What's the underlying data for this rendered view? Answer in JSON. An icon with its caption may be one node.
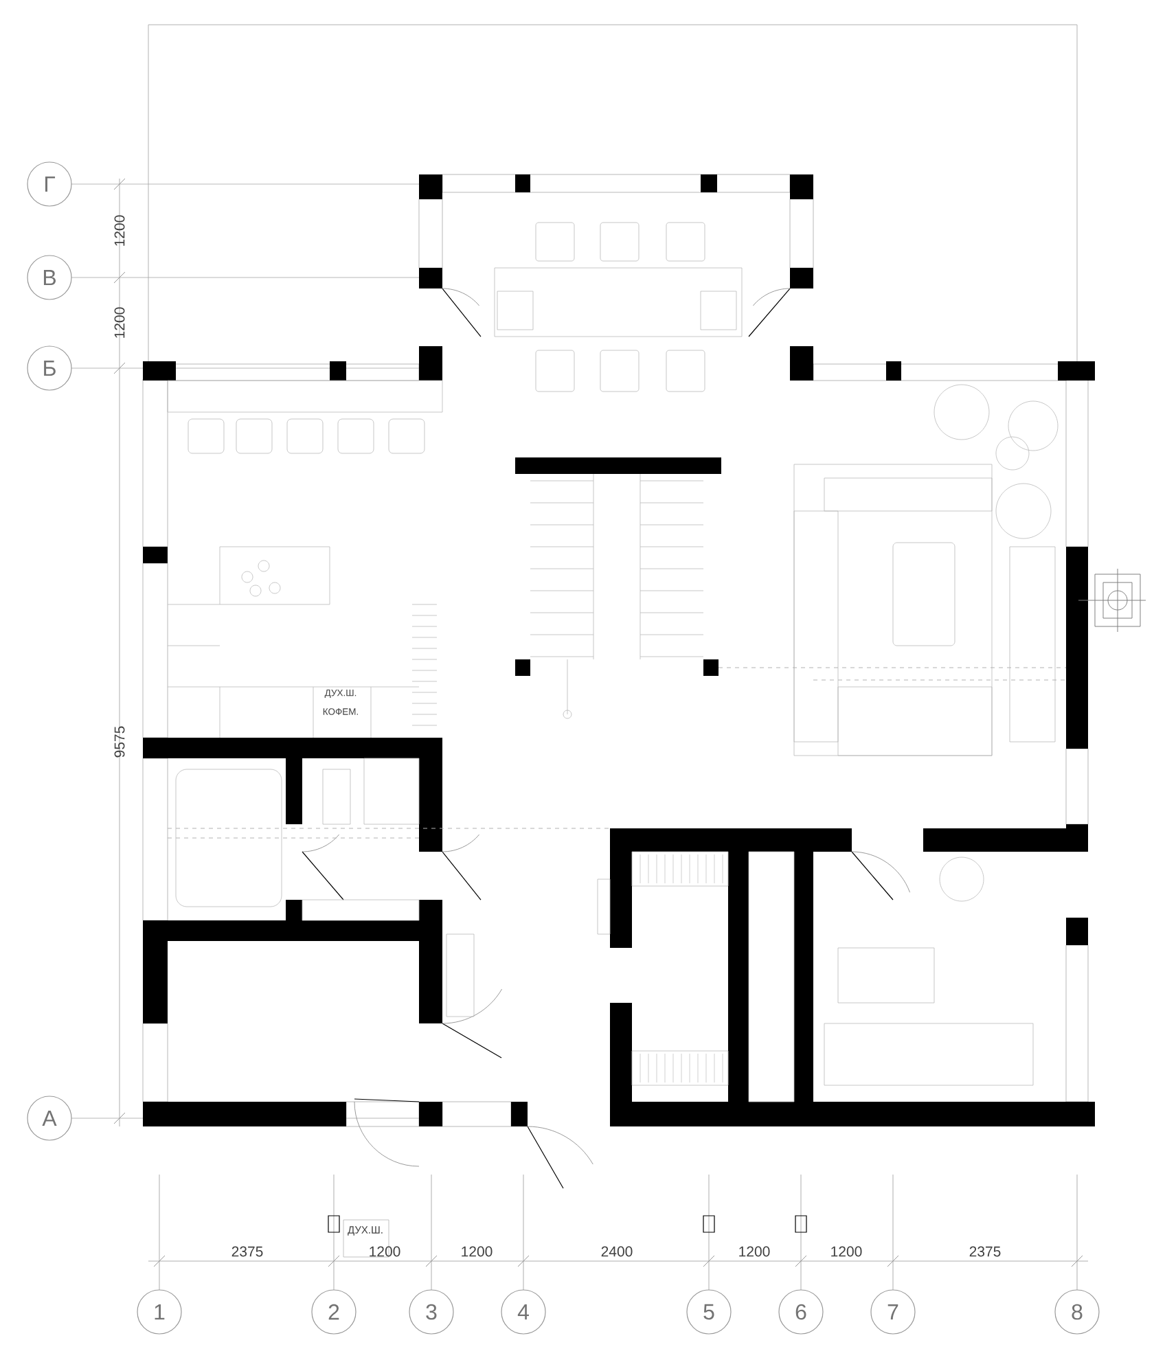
{
  "diagram": {
    "nodes": [
      {
        "text": [
          "Г"
        ]
      },
      {
        "text": [
          "В"
        ]
      },
      {
        "text": [
          "Б"
        ]
      },
      {
        "text": [
          "А"
        ]
      },
      {
        "text": [
          "1"
        ]
      },
      {
        "text": [
          "2"
        ]
      },
      {
        "text": [
          "3"
        ]
      },
      {
        "text": [
          "4"
        ]
      },
      {
        "text": [
          "5"
        ]
      },
      {
        "text": [
          "6"
        ]
      },
      {
        "text": [
          "7"
        ]
      },
      {
        "text": [
          "8"
        ]
      }
    ],
    "labels": [
      "1200",
      "1200",
      "9575",
      "ДУХ.Ш.",
      "КОФЕМ.",
      "ДУХ.Ш.",
      "2375",
      "1200",
      "1200",
      "2400",
      "1200",
      "1200",
      "2375"
    ]
  }
}
